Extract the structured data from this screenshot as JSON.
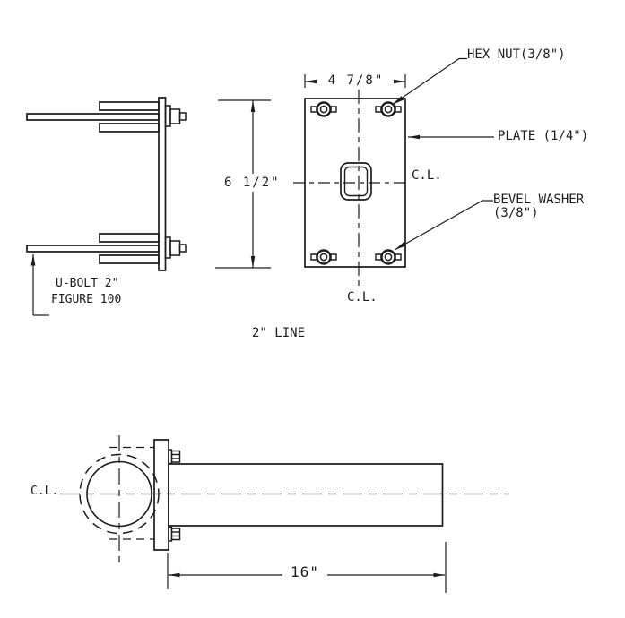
{
  "drawing": {
    "title": "U-bolt pipe support detail",
    "labels": {
      "hex_nut": "HEX NUT(3/8\")",
      "plate": "PLATE (1/4\")",
      "bevel_washer_line1": "BEVEL WASHER",
      "bevel_washer_line2": "(3/8\")",
      "cl_right": "C.L.",
      "cl_bottom": "C.L.",
      "cl_left": "C.L.",
      "ubolt_line1": "U-BOLT 2\"",
      "ubolt_line2": "FIGURE 100",
      "pipe_line": "2\" LINE"
    },
    "dimensions": {
      "plate_width": "4 7/8\"",
      "plate_height": "6 1/2\"",
      "tube_length": "16\""
    },
    "colors": {
      "line": "#1c1c1c",
      "background": "#ffffff"
    }
  }
}
